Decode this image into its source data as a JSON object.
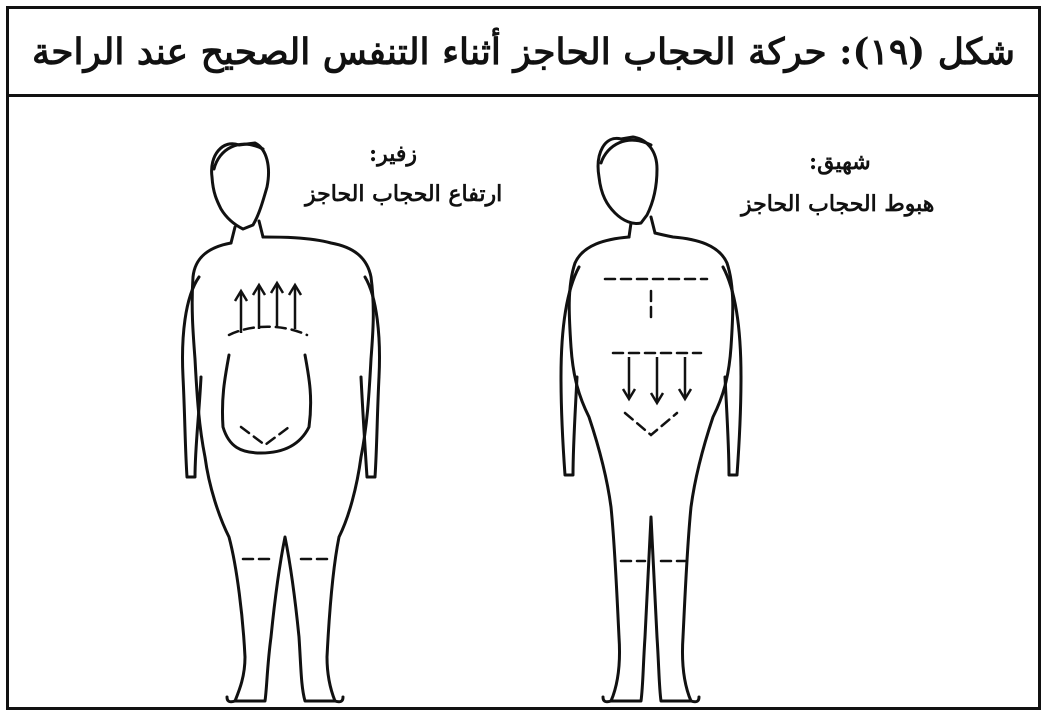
{
  "figure": {
    "title": "شكل (١٩): حركة الحجاب الحاجز أثناء التنفس الصحيح عند الراحة"
  },
  "left_figure": {
    "heading": "زفير:",
    "caption": "ارتفاع الحجاب الحاجز"
  },
  "right_figure": {
    "heading": "شهيق:",
    "caption": "هبوط الحجاب الحاجز"
  }
}
